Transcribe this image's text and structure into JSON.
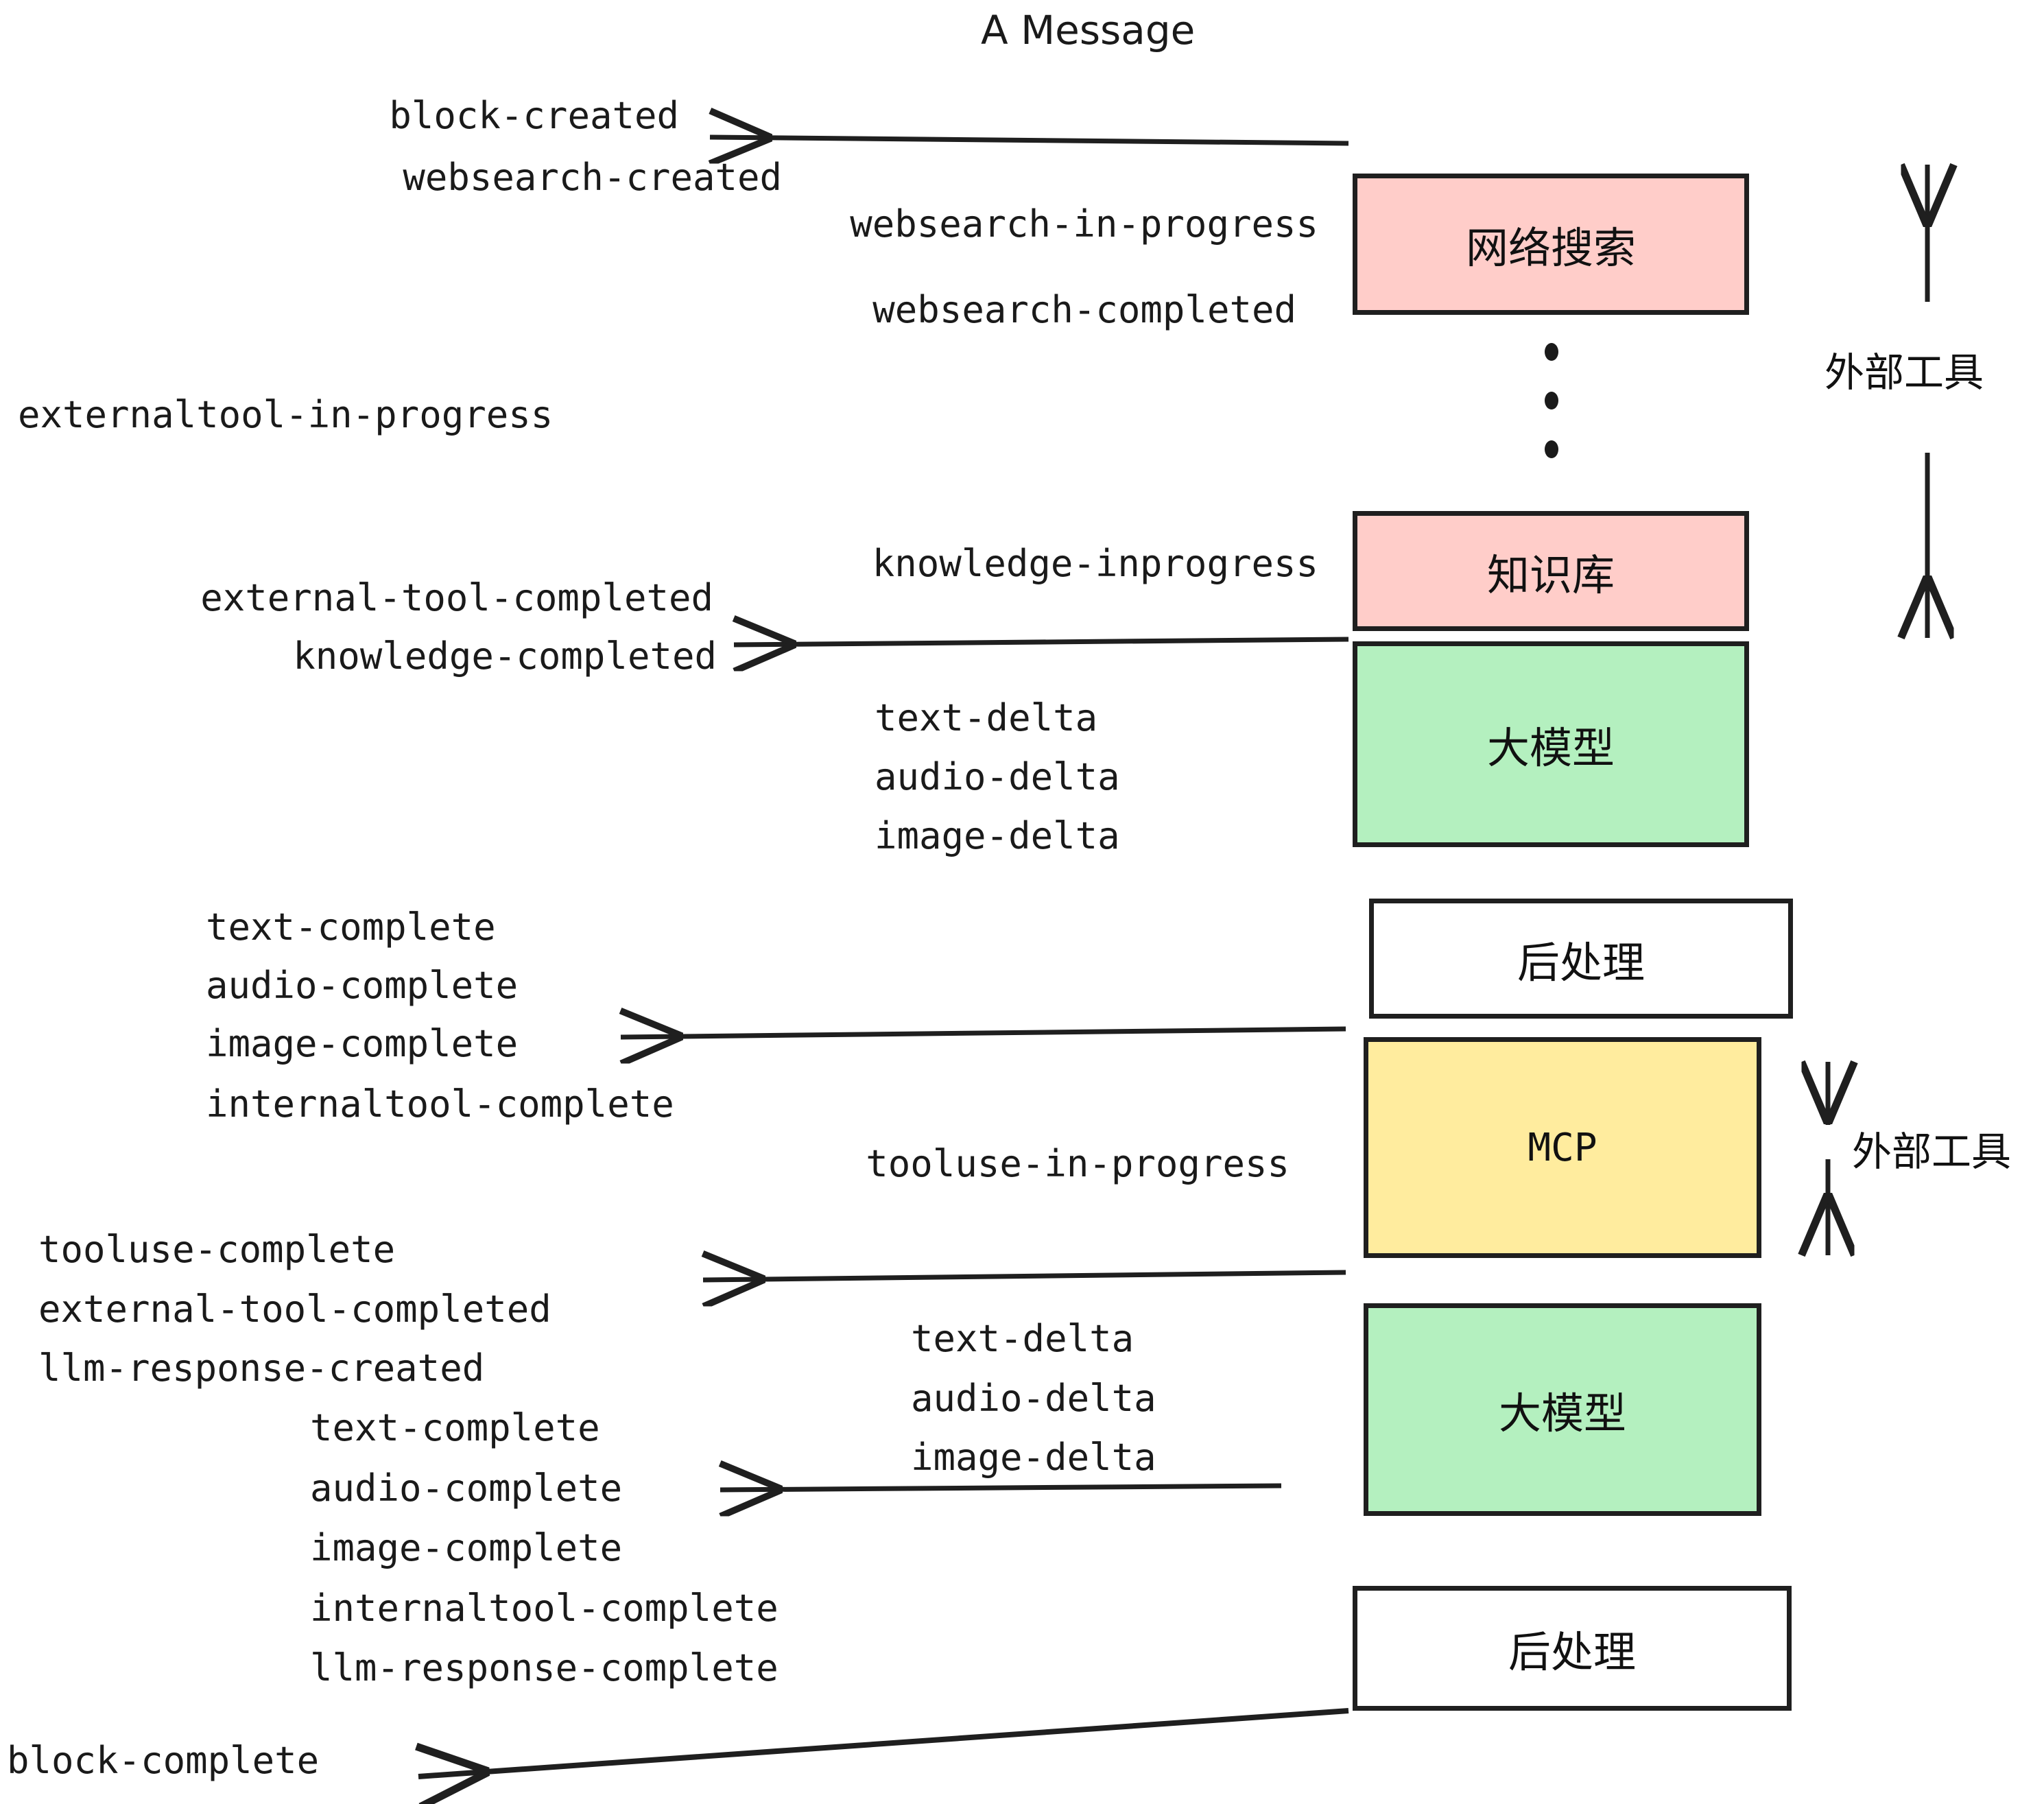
{
  "diagram": {
    "title": "A Message",
    "colors": {
      "pink": "#ffcdc9",
      "green": "#b4f0bf",
      "yellow": "#ffec9e",
      "white": "#ffffff",
      "stroke": "#1f1f1f",
      "text": "#1a1a1a"
    },
    "nodes": [
      {
        "id": "websearch",
        "label": "网络搜索",
        "fill": "pink"
      },
      {
        "id": "knowledge",
        "label": "知识库",
        "fill": "pink"
      },
      {
        "id": "llm-top",
        "label": "大模型",
        "fill": "green"
      },
      {
        "id": "postproc-top",
        "label": "后处理",
        "fill": "white"
      },
      {
        "id": "mcp",
        "label": "MCP",
        "fill": "yellow"
      },
      {
        "id": "llm-bottom",
        "label": "大模型",
        "fill": "green"
      },
      {
        "id": "postproc-bot",
        "label": "后处理",
        "fill": "white"
      }
    ],
    "side_labels": [
      {
        "id": "external-tools-top",
        "label": "外部工具"
      },
      {
        "id": "external-tools-bottom",
        "label": "外部工具"
      }
    ],
    "events": [
      {
        "id": "block-created",
        "text": "block-created"
      },
      {
        "id": "websearch-created",
        "text": "websearch-created"
      },
      {
        "id": "websearch-in-progress",
        "text": "websearch-in-progress"
      },
      {
        "id": "websearch-completed",
        "text": "websearch-completed"
      },
      {
        "id": "externaltool-in-progress",
        "text": "externaltool-in-progress"
      },
      {
        "id": "knowledge-inprogress",
        "text": "knowledge-inprogress"
      },
      {
        "id": "external-tool-completed-1",
        "text": "external-tool-completed"
      },
      {
        "id": "knowledge-completed",
        "text": "knowledge-completed"
      },
      {
        "id": "text-delta-1",
        "text": "text-delta"
      },
      {
        "id": "audio-delta-1",
        "text": "audio-delta"
      },
      {
        "id": "image-delta-1",
        "text": "image-delta"
      },
      {
        "id": "text-complete-1",
        "text": "text-complete"
      },
      {
        "id": "audio-complete-1",
        "text": "audio-complete"
      },
      {
        "id": "image-complete-1",
        "text": "image-complete"
      },
      {
        "id": "internaltool-complete-1",
        "text": "internaltool-complete"
      },
      {
        "id": "tooluse-in-progress",
        "text": "tooluse-in-progress"
      },
      {
        "id": "tooluse-complete",
        "text": "tooluse-complete"
      },
      {
        "id": "external-tool-completed-2",
        "text": "external-tool-completed"
      },
      {
        "id": "llm-response-created",
        "text": "llm-response-created"
      },
      {
        "id": "text-delta-2",
        "text": "text-delta"
      },
      {
        "id": "audio-delta-2",
        "text": "audio-delta"
      },
      {
        "id": "image-delta-2",
        "text": "image-delta"
      },
      {
        "id": "text-complete-2",
        "text": "text-complete"
      },
      {
        "id": "audio-complete-2",
        "text": "audio-complete"
      },
      {
        "id": "image-complete-2",
        "text": "image-complete"
      },
      {
        "id": "internaltool-complete-2",
        "text": "internaltool-complete"
      },
      {
        "id": "llm-response-complete",
        "text": "llm-response-complete"
      },
      {
        "id": "block-complete",
        "text": "block-complete"
      }
    ]
  }
}
